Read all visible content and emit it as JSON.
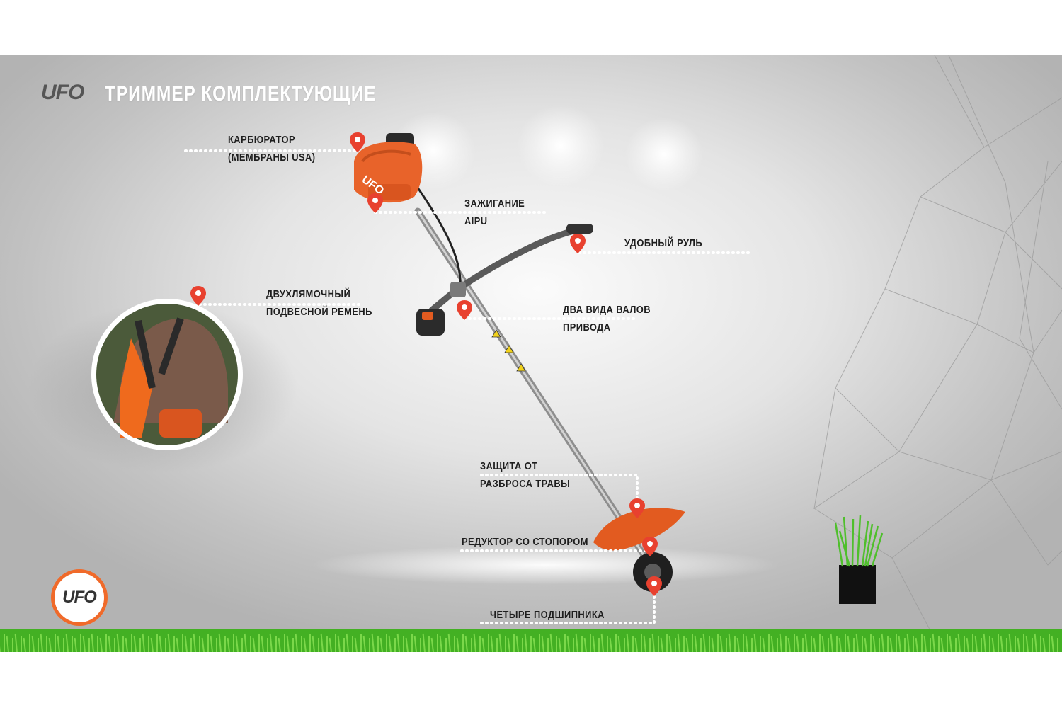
{
  "header": {
    "logo_text": "UFO",
    "title": "ТРИММЕР  КОМПЛЕКТУЮЩИЕ"
  },
  "callouts": {
    "carburetor": [
      "КАРБЮРАТОР",
      "(МЕМБРАНЫ USA)"
    ],
    "ignition": [
      "ЗАЖИГАНИЕ",
      "AIPU"
    ],
    "handlebar": [
      "УДОБНЫЙ РУЛЬ"
    ],
    "harness": [
      "ДВУХЛЯМОЧНЫЙ",
      "ПОДВЕСНОЙ РЕМЕНЬ"
    ],
    "shaft": [
      "ДВА ВИДА ВАЛОВ",
      "ПРИВОДА"
    ],
    "guard": [
      "ЗАЩИТА ОТ",
      "РАЗБРОСА ТРАВЫ"
    ],
    "gearbox": [
      "РЕДУКТОР СО СТОПОРОМ"
    ],
    "bearings": [
      "ЧЕТЫРЕ ПОДШИПНИКА"
    ]
  },
  "footer": {
    "badge_text": "UFO"
  },
  "colors": {
    "accent": "#e8412f",
    "brand_orange": "#f06a2a",
    "grass": "#3fae22"
  }
}
